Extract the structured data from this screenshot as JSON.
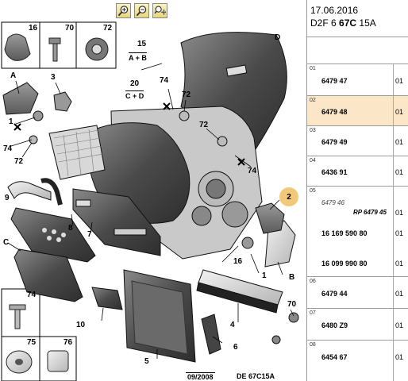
{
  "toolbar": {
    "zoom_in_icon": "zoom-in-icon",
    "zoom_out_icon": "zoom-out-icon",
    "pan_icon": "pan-icon"
  },
  "diagram": {
    "callouts": {
      "c16": "16",
      "c70": "70",
      "c72": "72",
      "c15": "15",
      "c15sub": "A + B",
      "c20": "20",
      "c20sub": "C + D",
      "cD": "D",
      "cA": "A",
      "c3": "3",
      "c74a": "74",
      "c72a": "72",
      "c1a": "1",
      "c74b": "74",
      "c72b": "72",
      "c72c": "72",
      "c74c": "74",
      "c2": "2",
      "c9": "9",
      "c8": "8",
      "c7": "7",
      "cC": "C",
      "c16b": "16",
      "c1b": "1",
      "cB": "B",
      "c4": "4",
      "c70b": "70",
      "c10": "10",
      "c5": "5",
      "c6": "6",
      "c74d": "74",
      "c75": "75",
      "c76": "76"
    },
    "date_stamp": "09/2008",
    "ref_stamp": "DE 67C15A",
    "highlight_color": "#f2c979"
  },
  "panel": {
    "date": "17.06.2016",
    "code_prefix": "D2F 6",
    "code_bold": "67C",
    "code_suffix": "15A",
    "rows": [
      {
        "idx": "01",
        "pn": "6479 47",
        "qty": "01"
      },
      {
        "idx": "02",
        "pn": "6479 48",
        "qty": "01"
      },
      {
        "idx": "03",
        "pn": "6479 49",
        "qty": "01"
      },
      {
        "idx": "04",
        "pn": "6436 91",
        "qty": "01"
      },
      {
        "idx": "05",
        "alt": "6479 46",
        "rp": "RP 6479 45",
        "pn1": "16 169 590 80",
        "pn2": "16 099 990 80",
        "qty_rp": "01",
        "qty1": "01",
        "qty2": "01"
      },
      {
        "idx": "06",
        "pn": "6479 44",
        "qty": "01"
      },
      {
        "idx": "07",
        "pn": "6480 Z9",
        "qty": "01"
      },
      {
        "idx": "08",
        "pn": "6454 67",
        "qty": "01"
      }
    ],
    "selected_color": "#fbe6c8"
  }
}
